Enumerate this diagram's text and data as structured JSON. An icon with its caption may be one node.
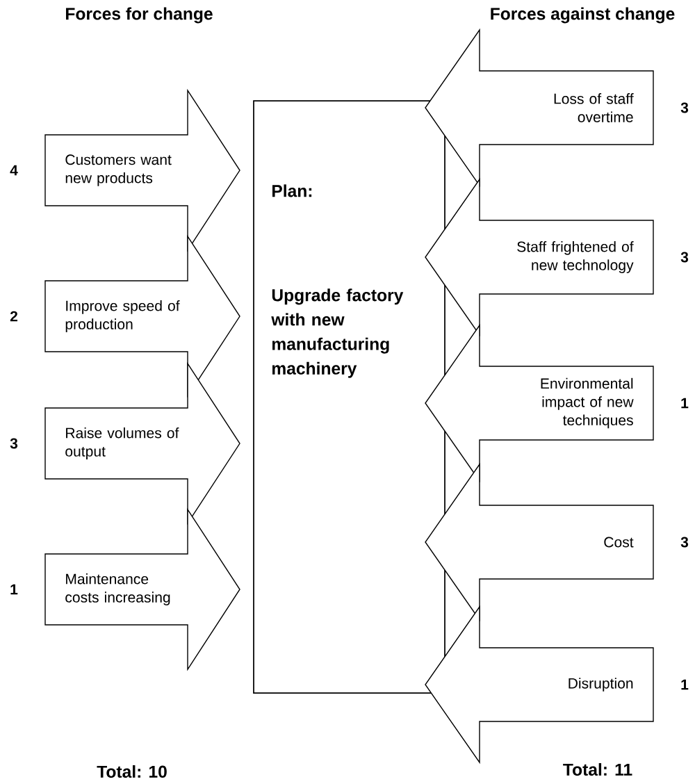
{
  "diagram": {
    "nodes": [
      {
        "text": [
          "Plan:",
          "Upgrade factory with new manufacturing machinery"
        ]
      },
      {
        "text": [
          "Customers want new products"
        ],
        "beside": [
          "4"
        ]
      },
      {
        "text": [
          "Improve speed of production"
        ],
        "beside": [
          "2"
        ]
      },
      {
        "text": [
          "Raise volumes of output"
        ],
        "beside": [
          "3"
        ]
      },
      {
        "text": [
          "Maintenance costs increasing"
        ],
        "beside": [
          "1"
        ]
      },
      {
        "text": [
          "Loss of staff overtime"
        ],
        "beside": [
          "3"
        ]
      },
      {
        "text": [
          "Staff frightened of new technology"
        ],
        "beside": [
          "3"
        ]
      },
      {
        "text": [
          "Environmental impact of new techniques"
        ],
        "beside": [
          "1"
        ]
      },
      {
        "text": [
          "Cost"
        ],
        "beside": [
          "3"
        ]
      },
      {
        "text": [
          "Disruption"
        ],
        "beside": [
          "1"
        ]
      }
    ],
    "labels": [
      "Forces for change",
      "Forces against change",
      "Total: 10",
      "Total: 11"
    ]
  }
}
